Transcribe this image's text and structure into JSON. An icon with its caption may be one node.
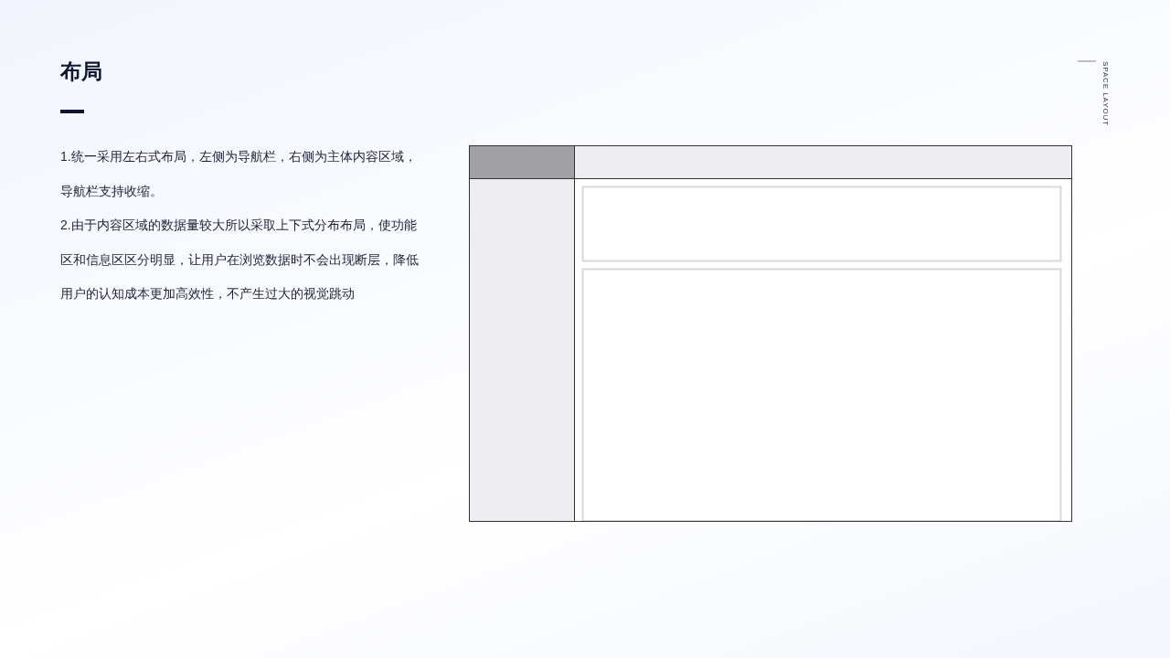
{
  "diagram": {
    "title": "布局",
    "labels": [
      "1.统一采用左右式布局，左侧为导航栏，右侧为主体内容区域，导航栏支持收缩。",
      "2.由于内容区域的数据量较大所以采取上下式分布布局，使功能区和信息区区分明显，让用户在浏览数据时不会出现断层，降低用户的认知成本更加高效性，不产生过大的视觉跳动",
      "SPACE LAYOUT"
    ]
  }
}
